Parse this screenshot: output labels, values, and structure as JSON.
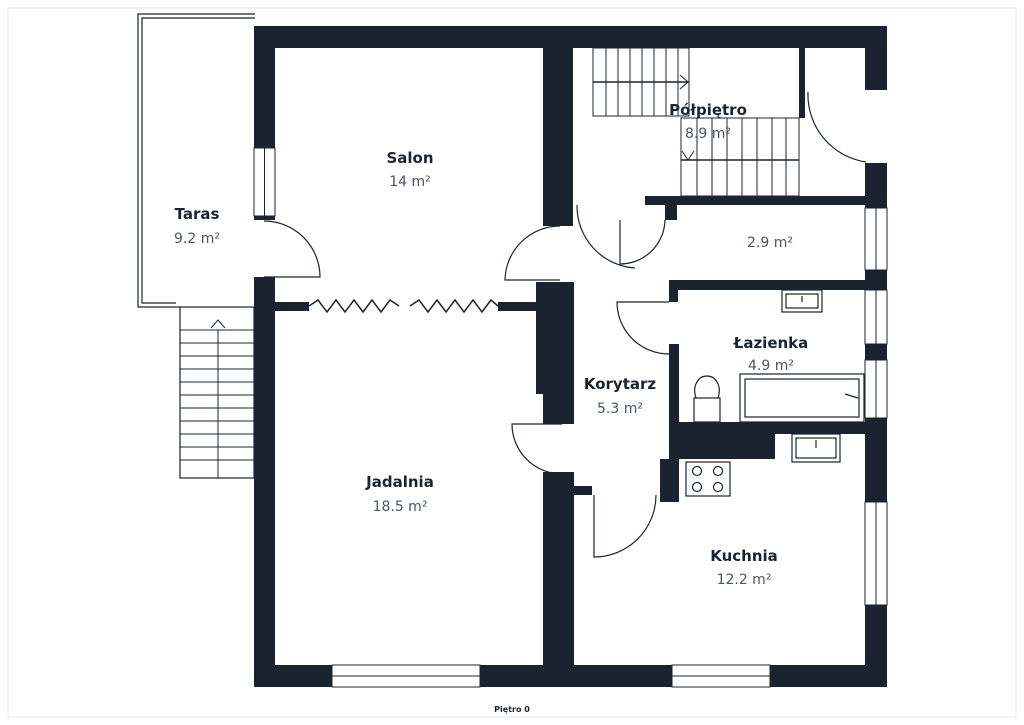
{
  "plan": {
    "caption": "Piętro 0",
    "colors": {
      "wall": "#1c2330",
      "line": "#1c2330",
      "background": "#ffffff"
    },
    "rooms": [
      {
        "id": "taras",
        "name": "Taras",
        "area": "9.2 m²"
      },
      {
        "id": "salon",
        "name": "Salon",
        "area": "14 m²"
      },
      {
        "id": "polpietro",
        "name": "Półpiętro",
        "area": "8.9 m²"
      },
      {
        "id": "schowek",
        "name": "",
        "area": "2.9 m²"
      },
      {
        "id": "lazienka",
        "name": "Łazienka",
        "area": "4.9 m²"
      },
      {
        "id": "korytarz",
        "name": "Korytarz",
        "area": "5.3 m²"
      },
      {
        "id": "jadalnia",
        "name": "Jadalnia",
        "area": "18.5 m²"
      },
      {
        "id": "kuchnia",
        "name": "Kuchnia",
        "area": "12.2 m²"
      }
    ]
  }
}
